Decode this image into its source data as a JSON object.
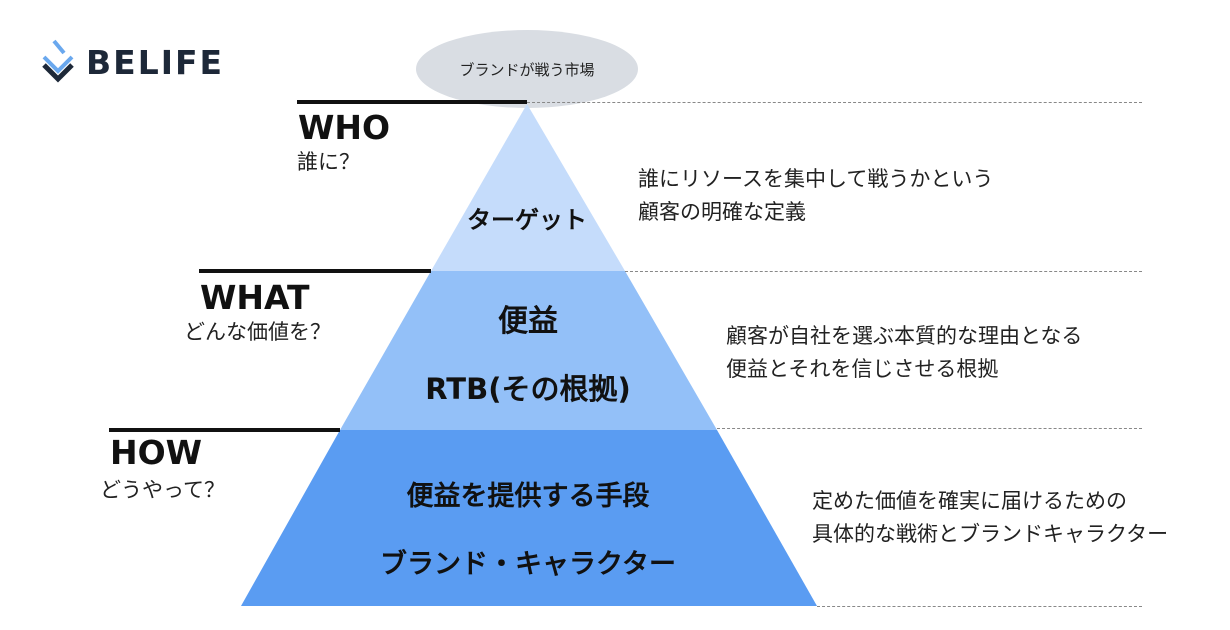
{
  "logo": {
    "text": "BELIFE",
    "icon": "belife-chevron-logo"
  },
  "market_label": "ブランドが戦う市場",
  "levels": [
    {
      "title": "WHO",
      "subtitle": "誰に？",
      "inner": [
        "ターゲット"
      ],
      "description": [
        "誰にリソースを集中して戦うかという",
        "顧客の明確な定義"
      ]
    },
    {
      "title": "WHAT",
      "subtitle": "どんな価値を？",
      "inner": [
        "便益",
        "RTB(その根拠)"
      ],
      "description": [
        "顧客が自社を選ぶ本質的な理由となる",
        "便益とそれを信じさせる根拠"
      ]
    },
    {
      "title": "HOW",
      "subtitle": "どうやって？",
      "inner": [
        "便益を提供する手段",
        "ブランド・キャラクター"
      ],
      "description": [
        "定めた価値を確実に届けるための",
        "具体的な戦術とブランドキャラクター"
      ]
    }
  ],
  "colors": {
    "top_tier": "#c5dcfb",
    "middle_tier": "#93c0f8",
    "bottom_tier": "#5a9cf2",
    "oval": "#d9dde3",
    "logo": "#1d2838"
  }
}
